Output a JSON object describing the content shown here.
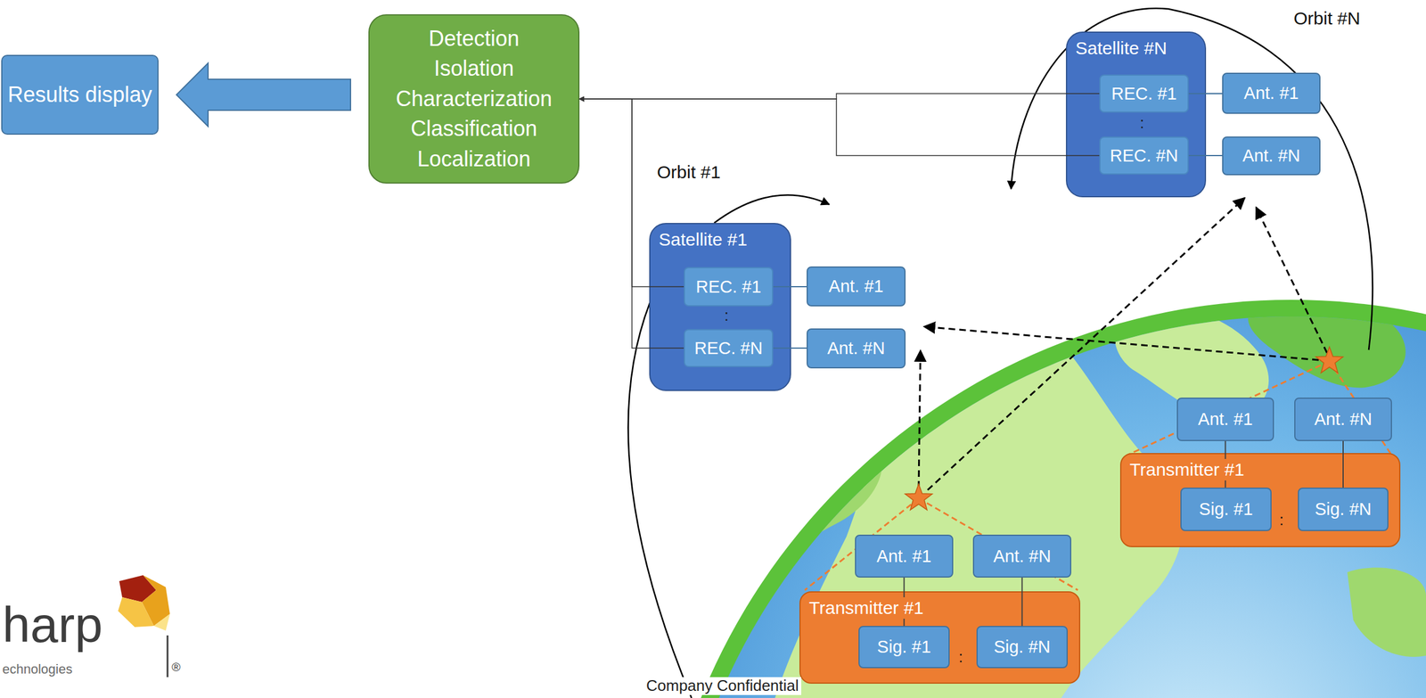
{
  "diagram": {
    "nodes": [
      {
        "text": [
          "Results display"
        ]
      },
      {
        "text": [
          "Detection Isolation Characterization Classification Localization"
        ]
      },
      {
        "text": [
          "Satellite #N"
        ]
      },
      {
        "text": [
          "REC. #1"
        ],
        "in": 2
      },
      {
        "text": [
          "REC. #N"
        ],
        "in": 2
      },
      {
        "text": [
          "Ant. #1"
        ]
      },
      {
        "text": [
          "Ant. #N"
        ]
      },
      {
        "text": [
          "Satellite #1"
        ]
      },
      {
        "text": [
          "REC. #1"
        ],
        "in": 7
      },
      {
        "text": [
          "REC. #N"
        ],
        "in": 7
      },
      {
        "text": [
          "Ant. #1"
        ]
      },
      {
        "text": [
          "Ant. #N"
        ]
      },
      {
        "text": [
          "Ant. #1"
        ]
      },
      {
        "text": [
          "Ant. #N"
        ]
      },
      {
        "text": [
          "Transmitter #1"
        ]
      },
      {
        "text": [
          "Sig. #1"
        ],
        "in": 14
      },
      {
        "text": [
          "Sig. #N"
        ],
        "in": 14
      },
      {
        "text": [
          "Ant. #1"
        ]
      },
      {
        "text": [
          "Ant. #N"
        ]
      },
      {
        "text": [
          "Transmitter #1"
        ]
      },
      {
        "text": [
          "Sig. #1"
        ],
        "in": 19
      },
      {
        "text": [
          "Sig. #N"
        ],
        "in": 19
      }
    ],
    "edges": [
      {
        "from": 1,
        "to": 0,
        "arrow": "to"
      },
      {
        "from": 3,
        "to": 1,
        "arrow": "to"
      },
      {
        "from": 4,
        "to": 1,
        "arrow": "to"
      },
      {
        "from": 8,
        "to": 1,
        "arrow": "to"
      },
      {
        "from": 9,
        "to": 1,
        "arrow": "to"
      },
      {
        "from": 3,
        "to": 5,
        "arrow": "none"
      },
      {
        "from": 4,
        "to": 6,
        "arrow": "none"
      },
      {
        "from": 8,
        "to": 10,
        "arrow": "none"
      },
      {
        "from": 9,
        "to": 11,
        "arrow": "none"
      },
      {
        "from": 12,
        "to": 15,
        "arrow": "none"
      },
      {
        "from": 13,
        "to": 16,
        "arrow": "none"
      },
      {
        "from": 17,
        "to": 20,
        "arrow": "none"
      },
      {
        "from": 18,
        "to": 21,
        "arrow": "none"
      }
    ],
    "labels": [
      "Orbit #N",
      ":",
      "Orbit #1",
      ":",
      ":",
      ":",
      "Company Confidential",
      "harp",
      "echnologies",
      "®"
    ]
  }
}
